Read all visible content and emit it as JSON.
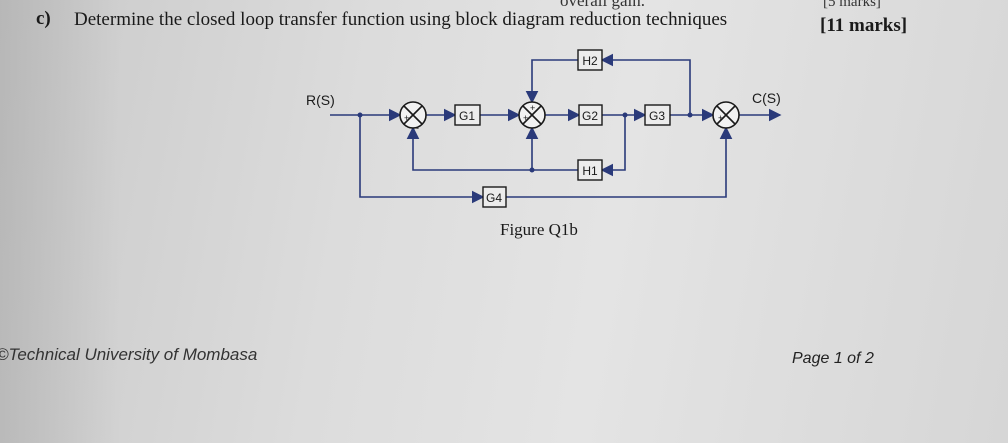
{
  "page": {
    "top_cut_text": "overall gain.",
    "top_marks": "[5 marks]",
    "question_label": "c)",
    "question_text": "Determine the closed loop transfer function using block diagram reduction techniques",
    "question_marks": "[11 marks]",
    "figure_caption": "Figure Q1b",
    "footer_left": "©Technical University of Mombasa",
    "footer_right": "Page 1 of 2"
  },
  "diagram": {
    "input_label": "R(S)",
    "output_label": "C(S)",
    "blocks": {
      "g1": "G1",
      "g2": "G2",
      "g3": "G3",
      "g4": "G4",
      "h1": "H1",
      "h2": "H2"
    },
    "colors": {
      "line": "#2a3a7a",
      "ink": "#1a1a1a"
    }
  }
}
